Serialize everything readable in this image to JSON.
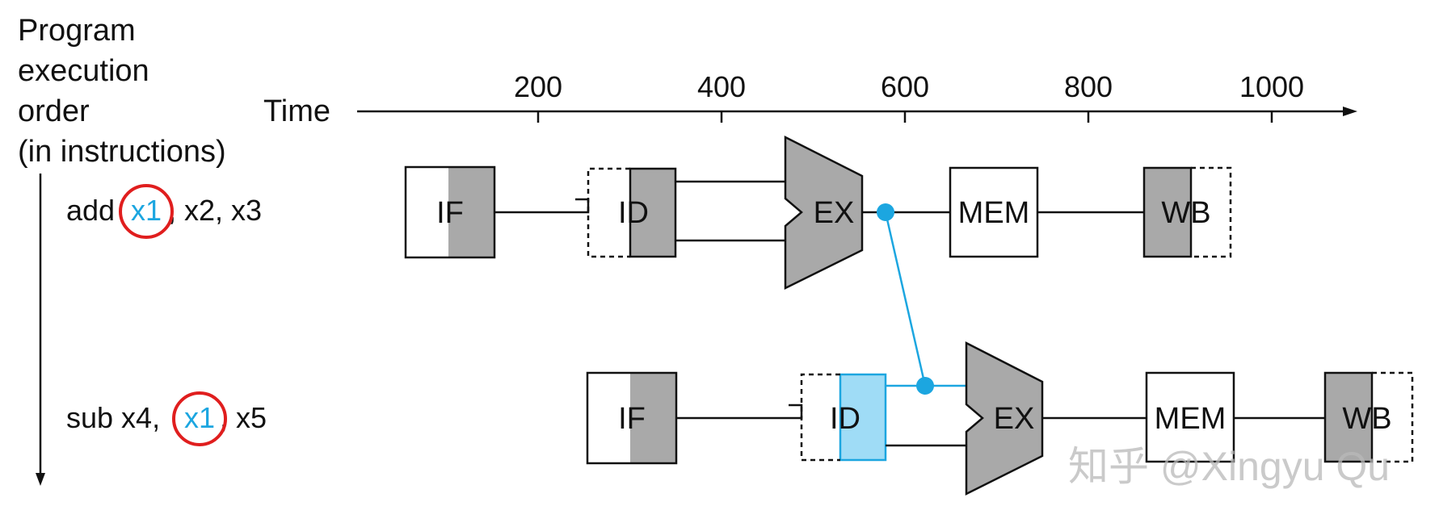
{
  "labels": {
    "program_order": [
      "Program",
      "execution",
      "order",
      "(in instructions)"
    ],
    "time_axis": "Time"
  },
  "time_ticks": [
    "200",
    "400",
    "600",
    "800",
    "1000"
  ],
  "instructions": [
    {
      "op": "add",
      "dest": "x1",
      "dest_suffix": ", x2, x3",
      "highlight": "x1"
    },
    {
      "prefix": "sub x4,",
      "src": "x1",
      "suffix": ", x5",
      "highlight": "x1"
    }
  ],
  "stages": {
    "if": "IF",
    "id": "ID",
    "ex": "EX",
    "mem": "MEM",
    "wb": "WB"
  },
  "watermark": "知乎 @Xingyu Qu",
  "colors": {
    "shade": "#a9a9a9",
    "forward": "#1ca6e0",
    "forward_fill": "#9fdcf6",
    "circle": "#e01e1e"
  }
}
